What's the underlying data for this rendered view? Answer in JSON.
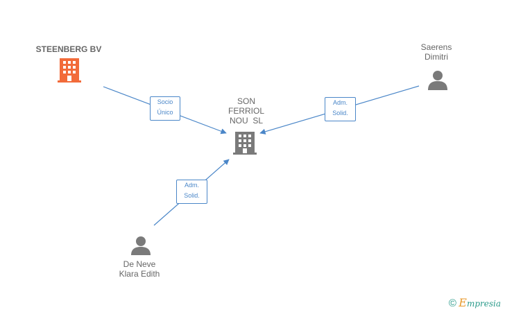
{
  "nodes": {
    "steenberg": {
      "label": "STEENBERG BV"
    },
    "center": {
      "line1": "SON",
      "line2": "FERRIOL",
      "line3": "NOU  SL"
    },
    "saerens": {
      "line1": "Saerens",
      "line2": "Dimitri"
    },
    "deneve": {
      "line1": "De Neve",
      "line2": "Klara Edith"
    }
  },
  "edges": {
    "steenberg_center": {
      "line1": "Socio",
      "line2": "Único"
    },
    "saerens_center": {
      "line1": "Adm.",
      "line2": "Solid."
    },
    "deneve_center": {
      "line1": "Adm.",
      "line2": "Solid."
    }
  },
  "colors": {
    "edge": "#4a86c8",
    "company_highlight": "#f26b3a",
    "company": "#7a7a7a",
    "person": "#7a7a7a"
  },
  "watermark": {
    "copyright": "©",
    "brand_first": "E",
    "brand_rest": "mpresia"
  }
}
